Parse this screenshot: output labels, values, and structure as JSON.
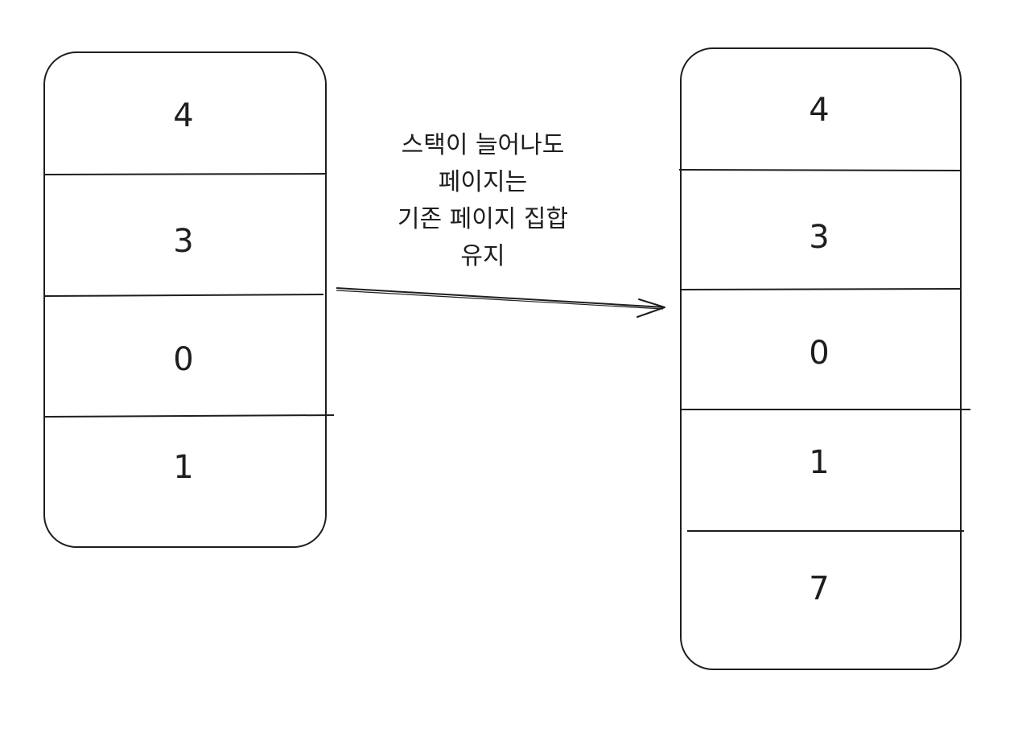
{
  "left_stack": {
    "cells": [
      "4",
      "3",
      "0",
      "1"
    ]
  },
  "right_stack": {
    "cells": [
      "4",
      "3",
      "0",
      "1",
      "7"
    ]
  },
  "annotation": {
    "lines": [
      "스택이 늘어나도",
      "페이지는",
      "기존 페이지 집합",
      "유지"
    ]
  }
}
